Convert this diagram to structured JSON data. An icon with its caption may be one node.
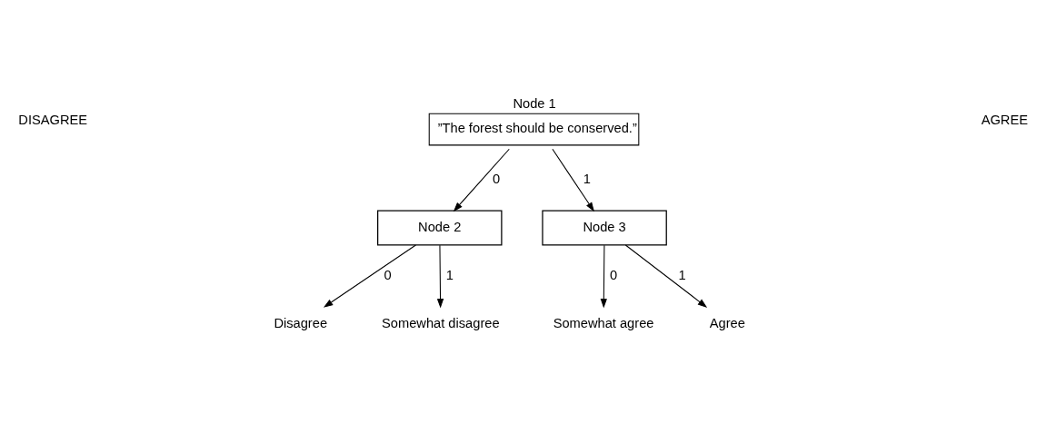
{
  "diagram": {
    "nodes": [
      {
        "text": [
          "Node 1",
          "”The forest should be conserved.”"
        ]
      },
      {
        "text": [
          "Node 2"
        ]
      },
      {
        "text": [
          "Node 3"
        ]
      },
      {
        "text": [
          "Disagree"
        ]
      },
      {
        "text": [
          "Somewhat disagree"
        ]
      },
      {
        "text": [
          "Somewhat agree"
        ]
      },
      {
        "text": [
          "Agree"
        ]
      }
    ],
    "edges": [
      {
        "from": 0,
        "to": 1,
        "arrow": "to",
        "label": "0"
      },
      {
        "from": 0,
        "to": 2,
        "arrow": "to",
        "label": "1"
      },
      {
        "from": 1,
        "to": 3,
        "arrow": "to",
        "label": "0"
      },
      {
        "from": 1,
        "to": 4,
        "arrow": "to",
        "label": "1"
      },
      {
        "from": 2,
        "to": 5,
        "arrow": "to",
        "label": "0"
      },
      {
        "from": 2,
        "to": 6,
        "arrow": "to",
        "label": "1"
      }
    ],
    "labels": [
      "DISAGREE",
      "AGREE"
    ]
  }
}
